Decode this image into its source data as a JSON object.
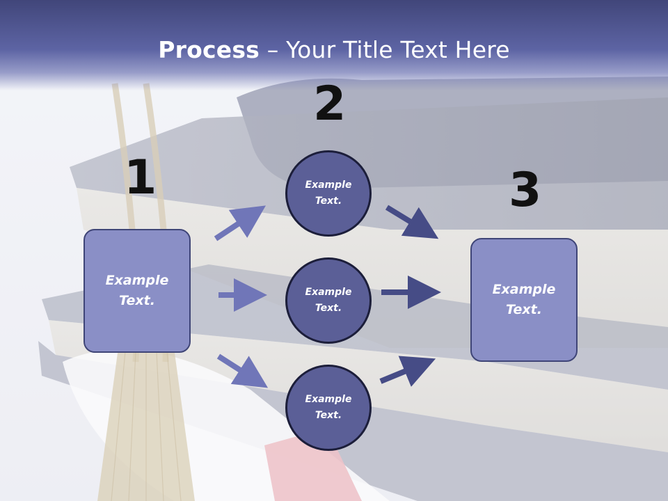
{
  "title": {
    "bold": "Process",
    "rest": " – Your Title Text Here"
  },
  "steps": {
    "one": "1",
    "two": "2",
    "three": "3"
  },
  "left_box": {
    "text": "Example Text."
  },
  "circles": [
    {
      "text": "Example Text."
    },
    {
      "text": "Example Text."
    },
    {
      "text": "Example Text."
    }
  ],
  "right_box": {
    "text": "Example Text."
  },
  "colors": {
    "title_bar": "#5d64a4",
    "box_fill": "#8a8fc6",
    "circle_fill": "#5b5f97",
    "arrow": "#7076b8",
    "arrow_dark": "#464c86"
  }
}
